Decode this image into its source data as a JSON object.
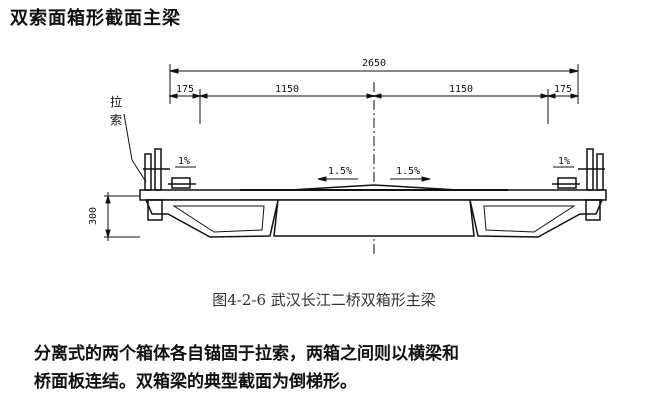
{
  "heading": "双索面箱形截面主梁",
  "figure": {
    "dims": {
      "overall": "2650",
      "left_edge": "175",
      "left_box": "1150",
      "right_box": "1150",
      "right_edge": "175",
      "height": "300"
    },
    "cable_label_line1": "拉",
    "cable_label_line2": "索",
    "slope_left_edge": "1%",
    "slope_center_left": "1.5%",
    "slope_center_right": "1.5%",
    "slope_right_edge": "1%"
  },
  "caption": "图4-2-6 武汉长江二桥双箱形主梁",
  "paragraph": {
    "line1": "分离式的两个箱体各自锚固于拉索，两箱之间则以横梁和",
    "line2": "桥面板连结。双箱梁的典型截面为倒梯形。"
  }
}
